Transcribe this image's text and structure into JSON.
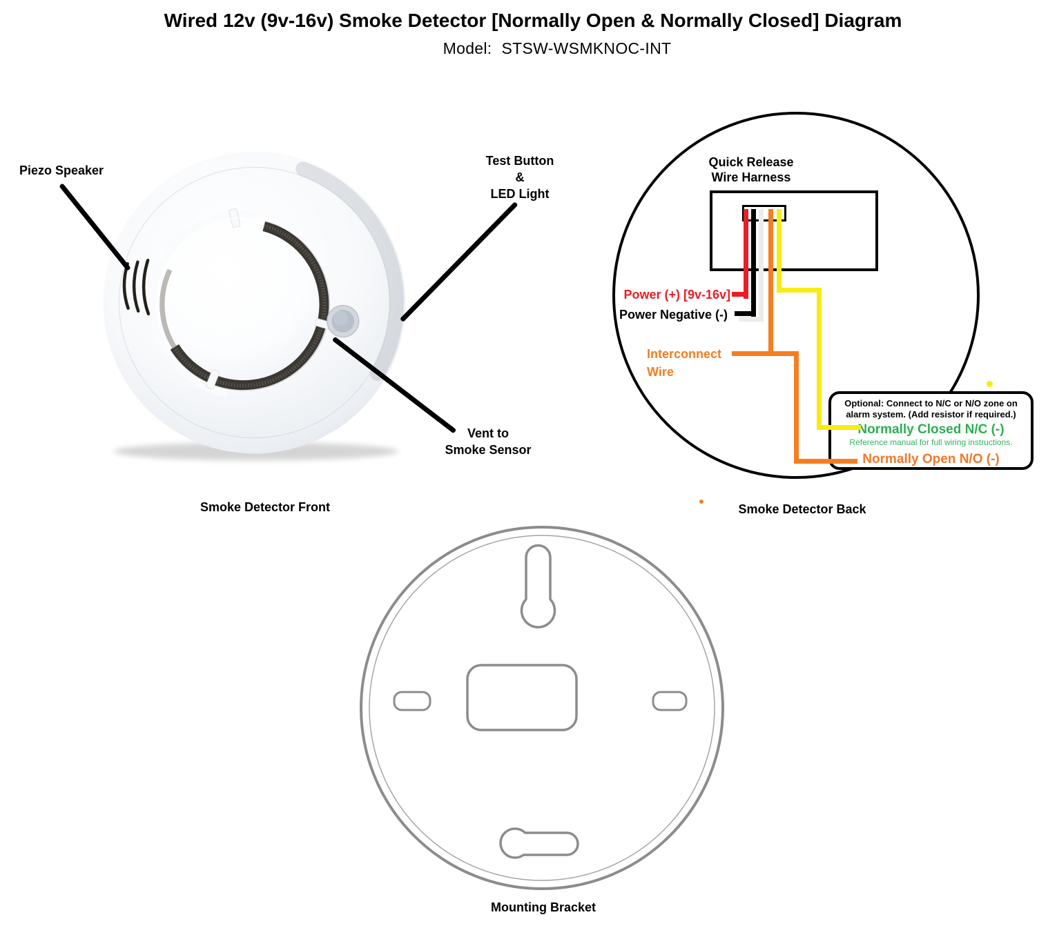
{
  "header": {
    "title": "Wired 12v (9v-16v) Smoke Detector [Normally Open & Normally Closed] Diagram",
    "model_label": "Model:",
    "model_value": "STSW-WSMKNOC-INT"
  },
  "front": {
    "caption": "Smoke Detector Front",
    "labels": {
      "piezo": "Piezo Speaker",
      "test_line1": "Test Button",
      "test_line2": "&",
      "test_line3": "LED Light",
      "vent_line1": "Vent to",
      "vent_line2": "Smoke Sensor"
    }
  },
  "back": {
    "caption": "Smoke Detector Back",
    "harness_line1": "Quick Release",
    "harness_line2": "Wire Harness",
    "wire_labels": {
      "power_pos": "Power (+) [9v-16v]",
      "power_neg": "Power Negative (-)",
      "interconnect_line1": "Interconnect",
      "interconnect_line2": "Wire"
    },
    "optional_box": {
      "note_line1": "Optional: Connect to N/C or N/O zone on",
      "note_line2": "alarm system. (Add resistor if required.)",
      "nc_label": "Normally Closed N/C (-)",
      "nc_sub": "Reference manual for full wiring instructions.",
      "no_label": "Normally Open N/O (-)"
    }
  },
  "bracket": {
    "caption": "Mounting Bracket"
  },
  "colors": {
    "wire_red": "#ed1c24",
    "wire_black": "#000000",
    "wire_white": "#ececec",
    "wire_orange": "#f57e20",
    "wire_yellow": "#f7ec13",
    "text_green": "#2daf52",
    "text_orange": "#f4772a",
    "bracket_outline": "#8c8c8c"
  }
}
